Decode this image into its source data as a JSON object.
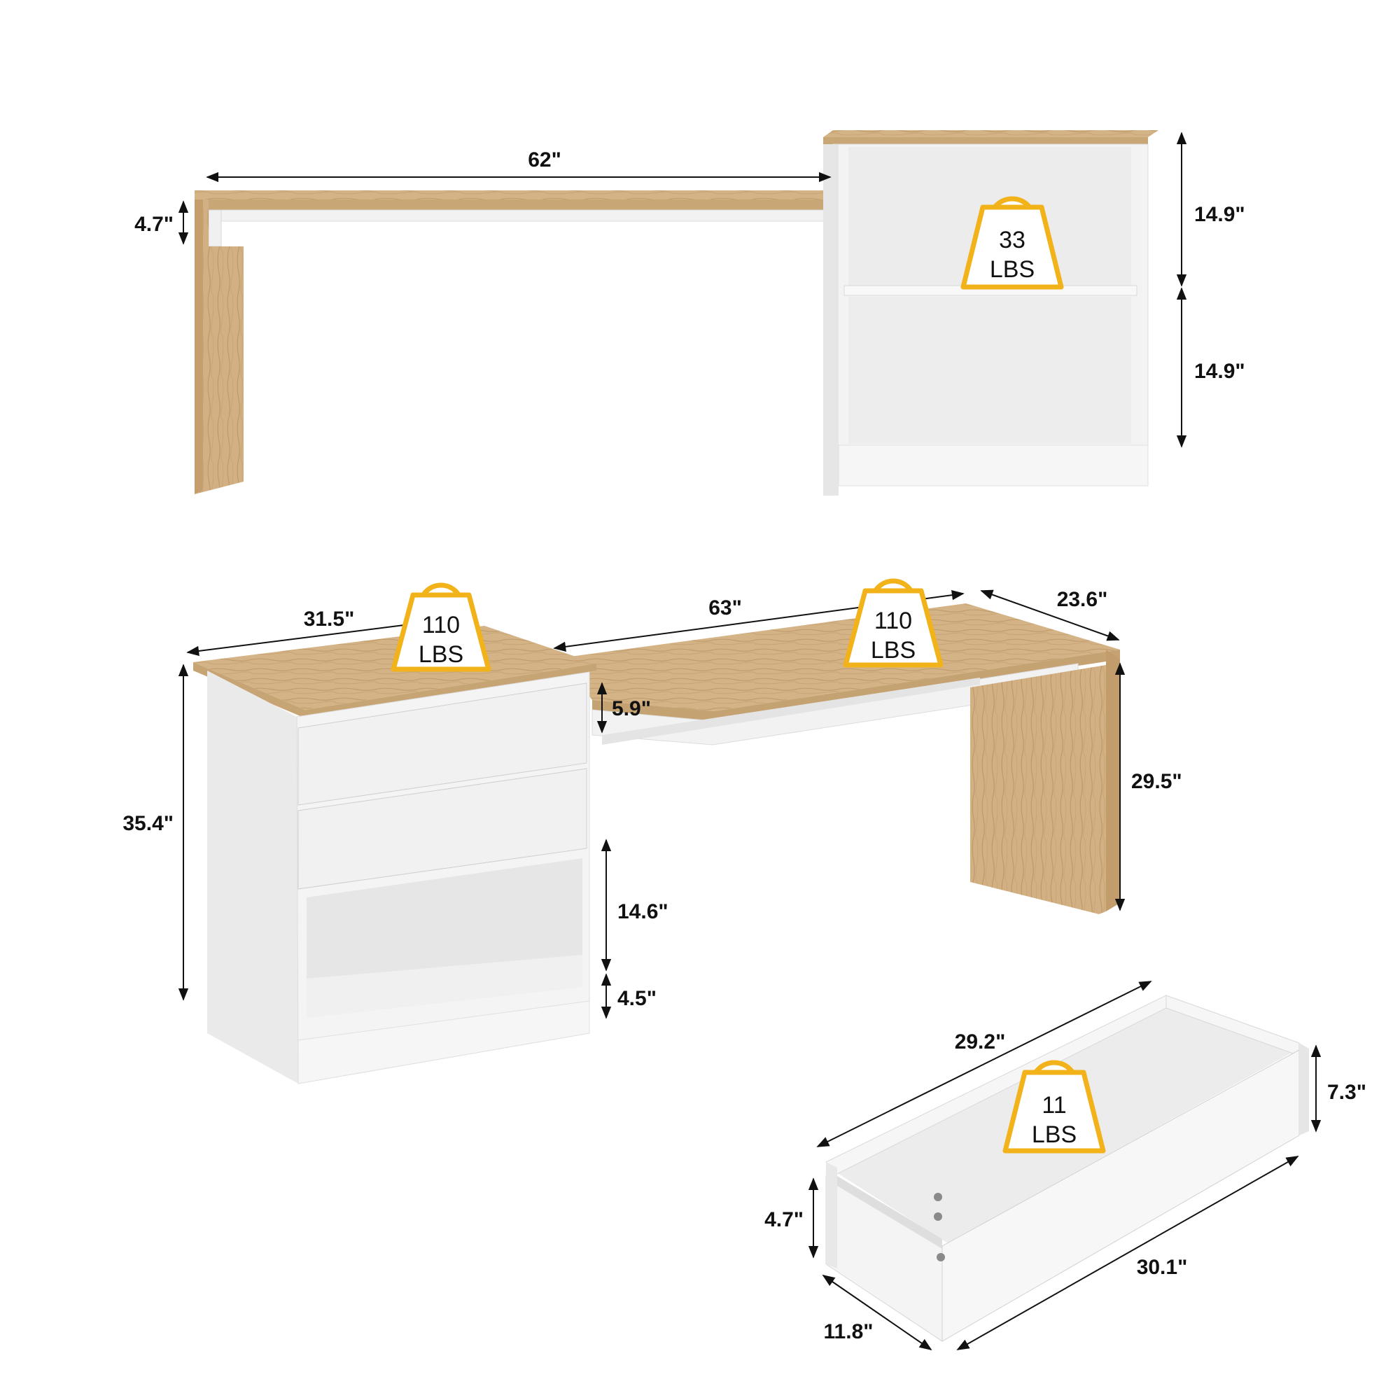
{
  "colors": {
    "wood": "#d2b184",
    "wood_dark": "#bd9866",
    "white_panel": "#f4f4f4",
    "white_shadow": "#e2e2e2",
    "badge_outline": "#f2b21a",
    "dimension_line": "#111111"
  },
  "top_view": {
    "desk_length": "62\"",
    "top_thickness": "4.7\"",
    "shelf_upper_height": "14.9\"",
    "shelf_lower_height": "14.9\"",
    "shelf_badge": {
      "value": "33",
      "unit": "LBS"
    }
  },
  "assembled_view": {
    "cabinet_width": "31.5\"",
    "desk_length": "63\"",
    "desk_depth": "23.6\"",
    "apron_height": "5.9\"",
    "desk_height": "29.5\"",
    "cabinet_height": "35.4\"",
    "open_shelf_height": "14.6\"",
    "base_height": "4.5\"",
    "cabinet_badge": {
      "value": "110",
      "unit": "LBS"
    },
    "desk_badge": {
      "value": "110",
      "unit": "LBS"
    }
  },
  "drawer_view": {
    "length": "29.2\"",
    "front_height": "7.3\"",
    "side_height": "4.7\"",
    "depth": "11.8\"",
    "front_width": "30.1\"",
    "drawer_badge": {
      "value": "11",
      "unit": "LBS"
    }
  }
}
